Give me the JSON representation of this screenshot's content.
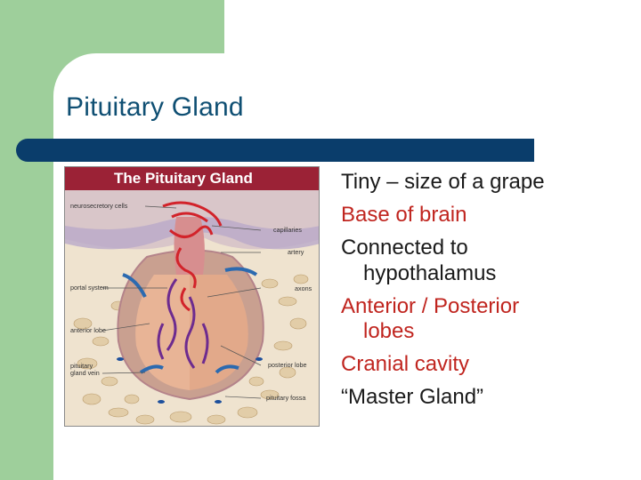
{
  "title": "Pituitary Gland",
  "figure": {
    "header": "The Pituitary Gland",
    "labels": {
      "neurosecretory": "neurosecretory cells",
      "capillaries": "capillaries",
      "artery": "artery",
      "portal": "portal system",
      "axons": "axons",
      "anterior_lobe": "anterior lobe",
      "pituitary_vein_1": "pituitary",
      "pituitary_vein_2": "gland vein",
      "posterior_lobe": "posterior lobe",
      "fossa": "pituitary fossa"
    }
  },
  "bullets": [
    {
      "text": "Tiny – size of a grape",
      "cont": "",
      "color": "#1a1a1a"
    },
    {
      "text": "Base of brain",
      "cont": "",
      "color": "#c0251f"
    },
    {
      "text": "Connected to",
      "cont": "hypothalamus",
      "color": "#1a1a1a"
    },
    {
      "text": "Anterior / Posterior",
      "cont": "lobes",
      "color": "#c0251f"
    },
    {
      "text": "Cranial cavity",
      "cont": "",
      "color": "#c0251f"
    },
    {
      "text": "“Master Gland”",
      "cont": "",
      "color": "#1a1a1a"
    }
  ],
  "colors": {
    "title": "#0f4f73",
    "bar": "#0a3d6b",
    "green": "#9ecf9b",
    "figure_header": "#9b2236"
  }
}
